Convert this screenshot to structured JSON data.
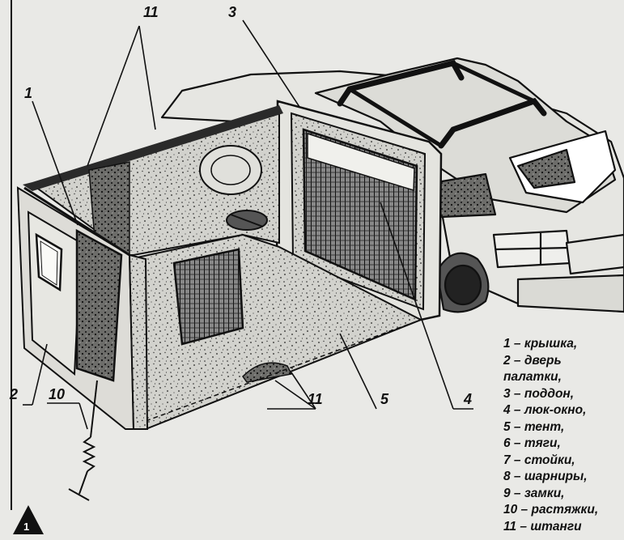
{
  "callouts": {
    "c11_top": "11",
    "c3": "3",
    "c1": "1",
    "c2": "2",
    "c10": "10",
    "c11_bottom": "11",
    "c5": "5",
    "c4": "4"
  },
  "legend": [
    "1 – крышка,",
    "2 – дверь",
    "палатки,",
    "3 – поддон,",
    "4 – люк-окно,",
    "5 – тент,",
    "6 – тяги,",
    "7 – стойки,",
    "8 – шарниры,",
    "9 – замки,",
    "10 – растяжки,",
    "11 – штанги"
  ],
  "figure_number": "1",
  "colors": {
    "ink": "#111111",
    "paper": "#e9e9e6",
    "fabric": "#cfcfca"
  }
}
